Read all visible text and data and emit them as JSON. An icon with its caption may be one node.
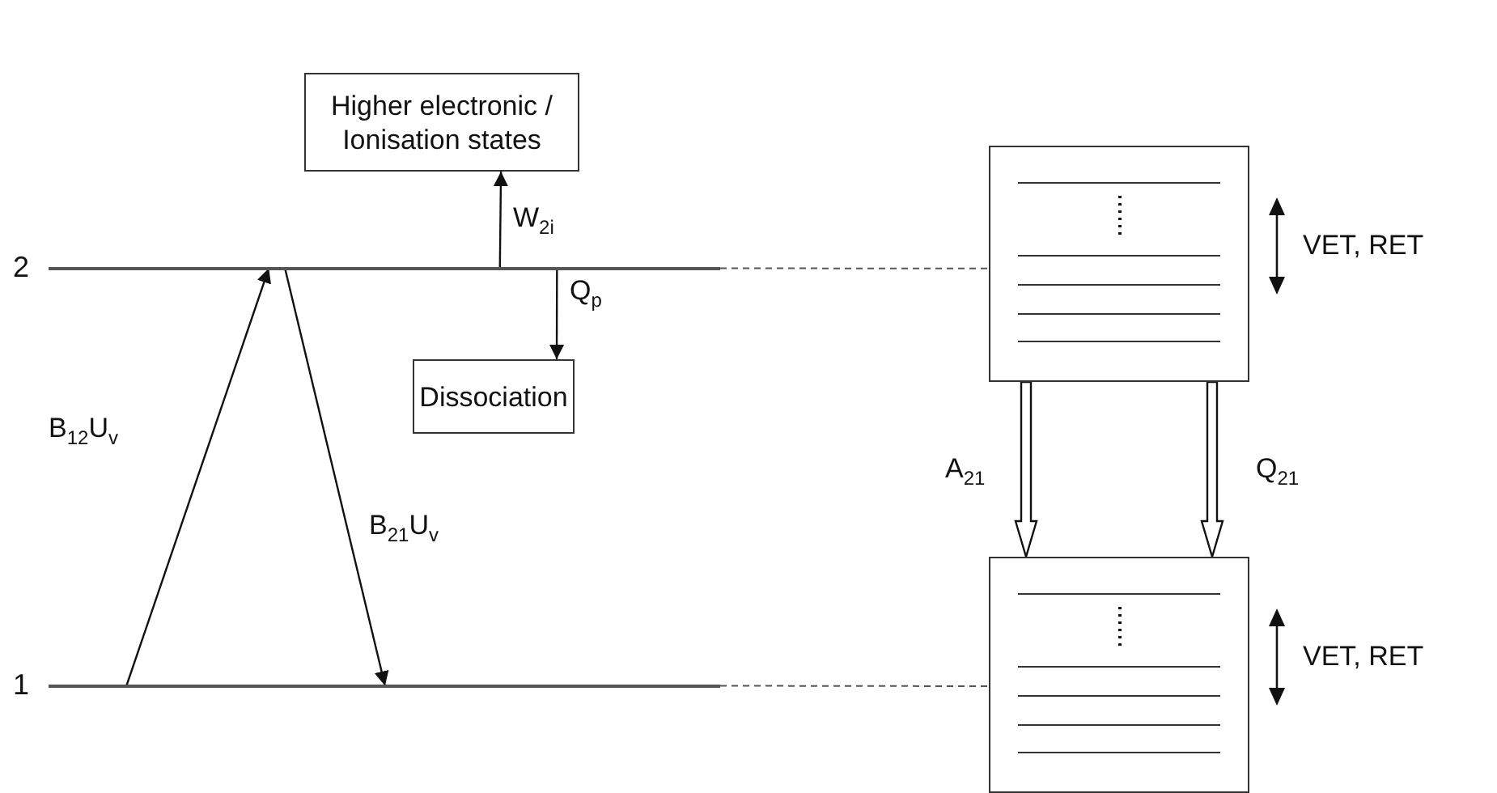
{
  "diagram": {
    "nodes": [
      {
        "text": [
          "Higher electronic / Ionisation states"
        ]
      },
      {
        "text": [
          "2"
        ]
      },
      {
        "text": [
          "Dissociation"
        ]
      },
      {
        "text": [],
        "shape": "box",
        "beside": [
          "VET, RET"
        ]
      },
      {
        "text": [
          "1"
        ]
      },
      {
        "text": [],
        "shape": "box",
        "beside": [
          "VET, RET"
        ]
      }
    ],
    "edges": [
      {
        "from": 4,
        "to": 1,
        "arrow": "to",
        "label": "B$_{12}$U$_{v}$"
      },
      {
        "from": 1,
        "to": 4,
        "arrow": "to",
        "label": "B$_{21}$U$_{v}$"
      },
      {
        "from": 1,
        "to": 0,
        "arrow": "to",
        "label": "W$_{2i}$"
      },
      {
        "from": 1,
        "to": 2,
        "arrow": "to",
        "label": "Q$_{p}$"
      },
      {
        "from": 1,
        "to": 3,
        "arrow": "none",
        "style": "dashed"
      },
      {
        "from": 4,
        "to": 5,
        "arrow": "none",
        "style": "dashed"
      },
      {
        "from": 3,
        "to": 5,
        "arrow": "to",
        "style": "thick",
        "label": "A$_{21}$"
      },
      {
        "from": 3,
        "to": 5,
        "arrow": "to",
        "style": "thick",
        "label": "Q$_{21}$"
      }
    ]
  }
}
